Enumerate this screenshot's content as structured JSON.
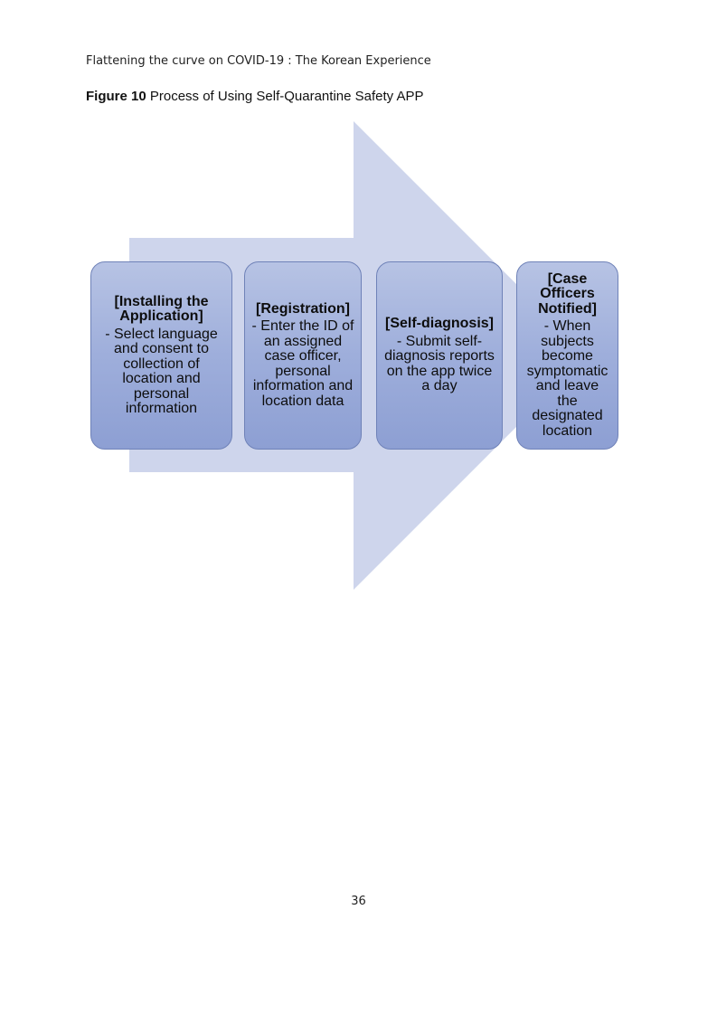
{
  "header": {
    "running_title": "Flattening the curve on COVID-19 : The Korean Experience"
  },
  "figure": {
    "label": "Figure 10",
    "title": " Process of Using Self-Quarantine Safety APP"
  },
  "steps": [
    {
      "title": "[Installing the Application]",
      "description": "- Select language and consent to collection of location and personal information"
    },
    {
      "title": "[Registration]",
      "description": "- Enter the ID of an assigned case officer, personal information and location data"
    },
    {
      "title": "[Self-diagnosis]",
      "description": "- Submit self-diagnosis reports on the app twice a day"
    },
    {
      "title": "[Case Officers Notified]",
      "description": "- When subjects become symptomatic and leave the designated location"
    }
  ],
  "colors": {
    "arrow": "#ced5ec",
    "box_top": "#b7c3e4",
    "box_bottom": "#8d9fd3",
    "box_border": "#6f82b8"
  },
  "footer": {
    "page_number": "36"
  }
}
